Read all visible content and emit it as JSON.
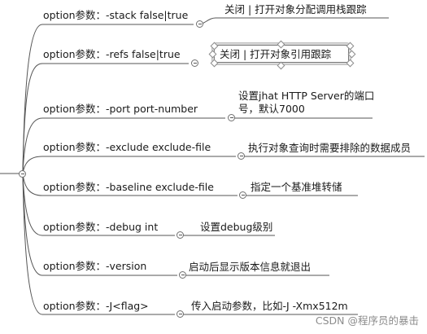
{
  "diagram": {
    "branches": [
      {
        "label": "option参数：-stack false|true",
        "desc": "关闭 | 打开对象分配调用栈跟踪"
      },
      {
        "label": "option参数：-refs false|true",
        "desc": "关闭 | 打开对象引用跟踪"
      },
      {
        "label": "option参数：-port port-number",
        "desc": "设置jhat HTTP Server的端口号，默认7000"
      },
      {
        "label": "option参数：-exclude exclude-file",
        "desc": "执行对象查询时需要排除的数据成员"
      },
      {
        "label": "option参数：-baseline exclude-file",
        "desc": "指定一个基准堆转储"
      },
      {
        "label": "option参数：-debug int",
        "desc": "设置debug级别"
      },
      {
        "label": "option参数：-version",
        "desc": "启动后显示版本信息就退出"
      },
      {
        "label": "option参数：-J<flag>",
        "desc": "传入启动参数，比如-J -Xmx512m"
      }
    ],
    "line_color": "#555555"
  },
  "watermark": "CSDN @程序员的暴击"
}
